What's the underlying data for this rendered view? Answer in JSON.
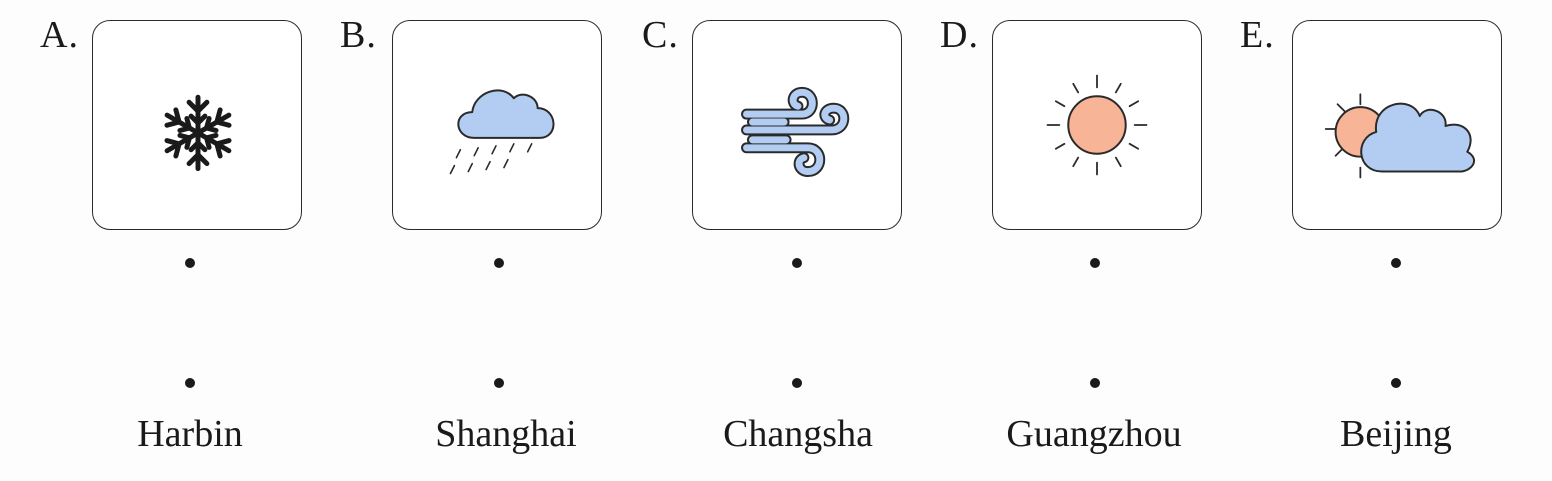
{
  "options": [
    {
      "letter": "A.",
      "icon": "snowflake-icon",
      "city": "Harbin"
    },
    {
      "letter": "B.",
      "icon": "rain-cloud-icon",
      "city": "Shanghai"
    },
    {
      "letter": "C.",
      "icon": "wind-icon",
      "city": "Changsha"
    },
    {
      "letter": "D.",
      "icon": "sun-icon",
      "city": "Guangzhou"
    },
    {
      "letter": "E.",
      "icon": "sun-behind-cloud-icon",
      "city": "Beijing"
    }
  ],
  "colors": {
    "cloud": "#b3cdf2",
    "sun": "#f8b496",
    "outline": "#2a2a2a"
  }
}
